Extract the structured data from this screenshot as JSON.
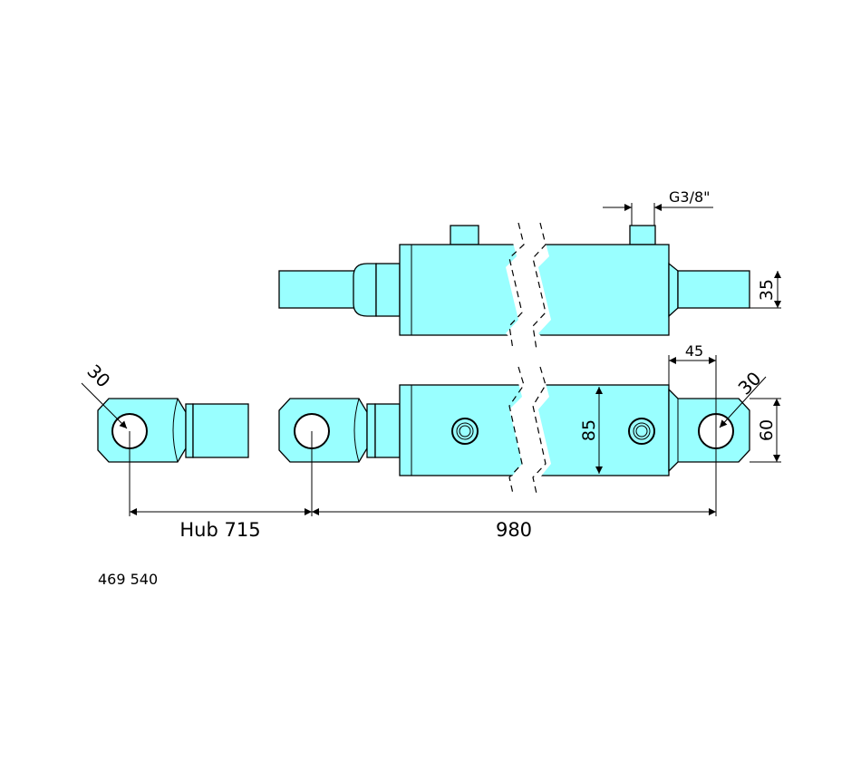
{
  "drawing": {
    "part_number": "469 540",
    "fill_color": "#99ffff",
    "dimensions": {
      "port_thread": "G3/8\"",
      "rod_diameter": "35",
      "eye_offset": "45",
      "pin_diameter_left": "30",
      "pin_diameter_right": "30",
      "body_height": "85",
      "eye_height": "60",
      "stroke": "Hub 715",
      "retracted_length": "980"
    }
  }
}
